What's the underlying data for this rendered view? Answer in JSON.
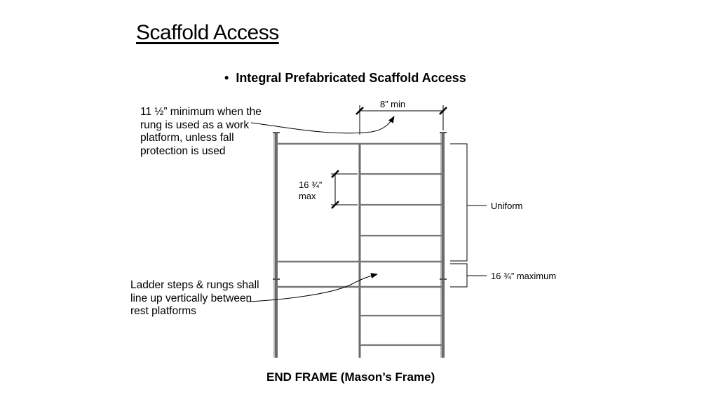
{
  "slide": {
    "title": "Scaffold Access",
    "bullet": "Integral Prefabricated Scaffold Access",
    "caption": "END FRAME  (Mason’s Frame)"
  },
  "annotations": {
    "work_platform_note": "11 ½” minimum when the rung is used as a work platform, unless fall protection is used",
    "line_up_note": "Ladder steps & rungs shall line up vertically between rest platforms",
    "rung_clearance": "8” min",
    "rung_spacing": "16 ¾” max",
    "uniform": "Uniform",
    "rest_platform_spacing": "16 ¾” maximum"
  }
}
